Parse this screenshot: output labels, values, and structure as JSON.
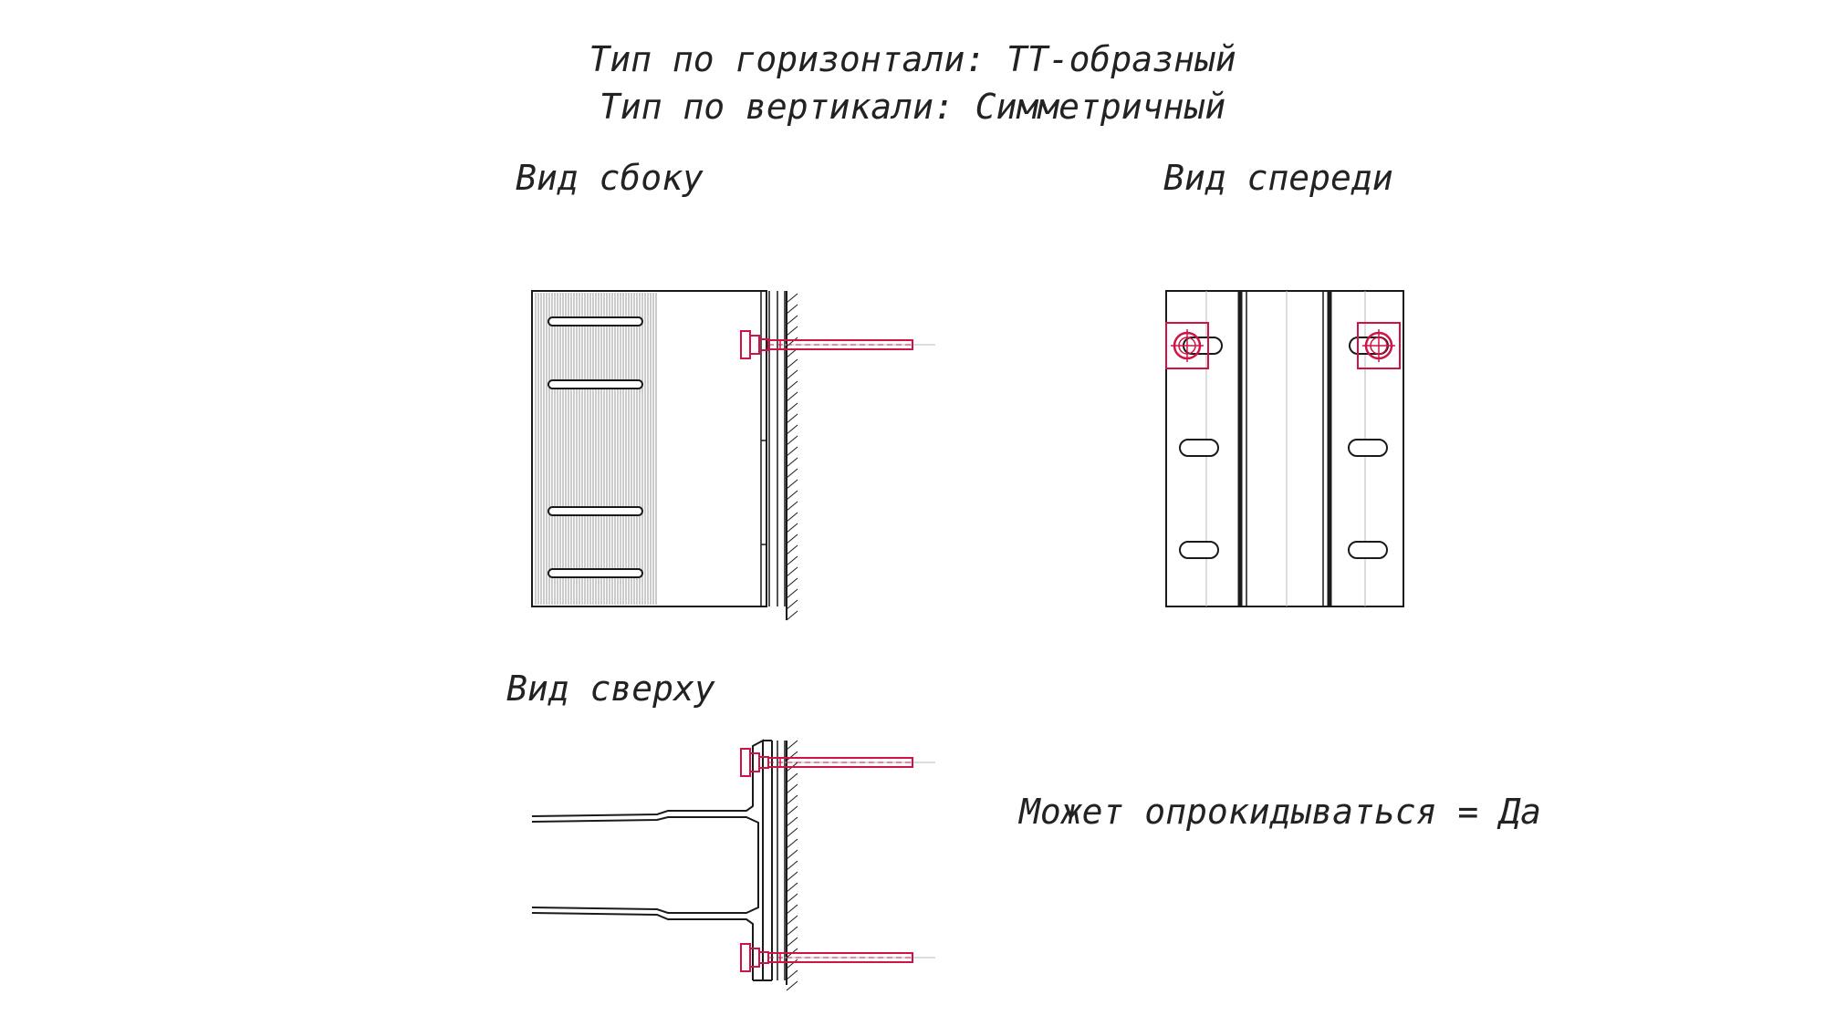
{
  "header": {
    "horizontal_type": "Тип по горизонтали: ТТ-образный",
    "vertical_type": "Тип по вертикали: Симметричный"
  },
  "views": {
    "side_view": "Вид сбоку",
    "front_view": "Вид спереди",
    "top_view": "Вид сверху"
  },
  "note": "Может опрокидываться = Да",
  "colors": {
    "line": "#1a1a1a",
    "anchor": "#d01245",
    "hatch": "#9a9a9a",
    "axis": "#b8b8b8"
  }
}
